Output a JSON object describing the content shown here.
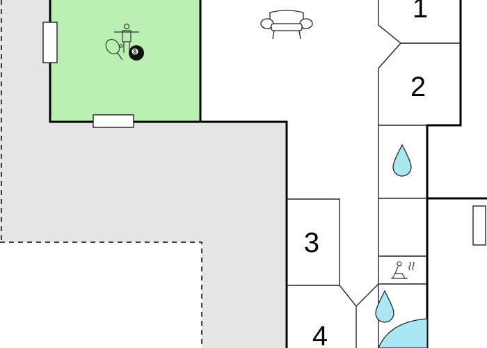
{
  "colors": {
    "background": "#ffffff",
    "outdoor_area": "#e5e5e5",
    "game_room": "#b9f2b0",
    "water": "#a9e8f2",
    "wall": "#000000",
    "line": "#333333"
  },
  "rooms": {
    "bedroom_1": {
      "number": "1"
    },
    "bedroom_2": {
      "number": "2"
    },
    "bedroom_3": {
      "number": "3"
    },
    "bedroom_4": {
      "number": "4"
    }
  },
  "game_room": {
    "icons": [
      "table-football-icon",
      "table-tennis-icon",
      "billiard-ball-icon"
    ],
    "billiard_ball_number": "8"
  },
  "living_room": {
    "icons": [
      "sofa-icon"
    ]
  },
  "bathrooms": {
    "icons": [
      "water-drop-icon",
      "water-drop-icon"
    ]
  },
  "sauna": {
    "icons": [
      "sauna-icon"
    ]
  },
  "pool": {
    "icons": [
      "pool"
    ]
  }
}
